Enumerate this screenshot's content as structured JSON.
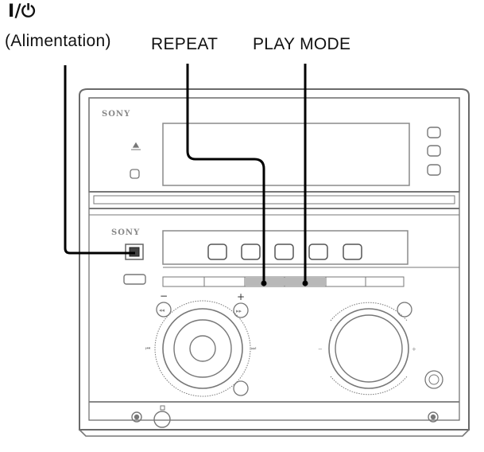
{
  "callouts": {
    "power_symbol": "I/⏻",
    "power_label": "(Alimentation)",
    "repeat_label": "REPEAT",
    "playmode_label": "PLAY MODE"
  },
  "unit": {
    "brand_top": "SONY",
    "brand_middle": "SONY",
    "minus_sign": "−",
    "plus_sign": "+"
  }
}
